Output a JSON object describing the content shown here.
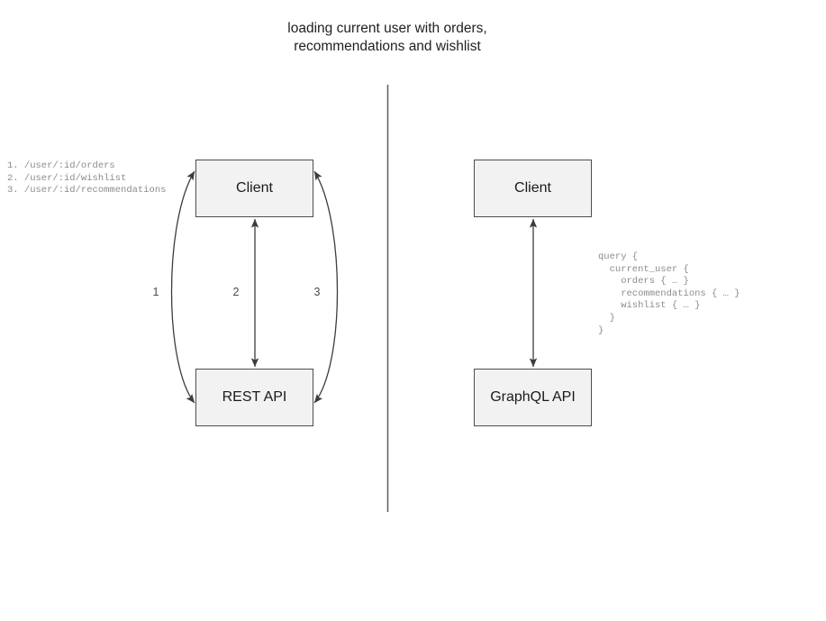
{
  "diagram": {
    "title": "loading current user with orders,\nrecommendations and wishlist",
    "divider": {
      "name": "vertical-divider",
      "color": "#666666"
    }
  },
  "rest_side": {
    "client_label": "Client",
    "api_label": "REST API",
    "endpoints": "1. /user/:id/orders\n2. /user/:id/wishlist\n3. /user/:id/recommendations",
    "edge_labels": [
      "1",
      "2",
      "3"
    ],
    "edges": [
      {
        "id": "1",
        "label": "1",
        "from": "Client",
        "to": "REST API",
        "direction": "bidirectional",
        "shape": "curve-left"
      },
      {
        "id": "2",
        "label": "2",
        "from": "Client",
        "to": "REST API",
        "direction": "bidirectional",
        "shape": "straight"
      },
      {
        "id": "3",
        "label": "3",
        "from": "Client",
        "to": "REST API",
        "direction": "bidirectional",
        "shape": "curve-right"
      }
    ]
  },
  "graphql_side": {
    "client_label": "Client",
    "api_label": "GraphQL API",
    "query": "query {\n  current_user {\n    orders { … }\n    recommendations { … }\n    wishlist { … }\n  }\n}",
    "edges": [
      {
        "id": "gql",
        "from": "Client",
        "to": "GraphQL API",
        "direction": "bidirectional",
        "shape": "straight"
      }
    ]
  },
  "colors": {
    "node_fill": "#f2f2f2",
    "node_border": "#4d4d4d",
    "edge_stroke": "#3d3d3d",
    "code_text": "#8c8c8c",
    "title_text": "#1f1f1f"
  }
}
